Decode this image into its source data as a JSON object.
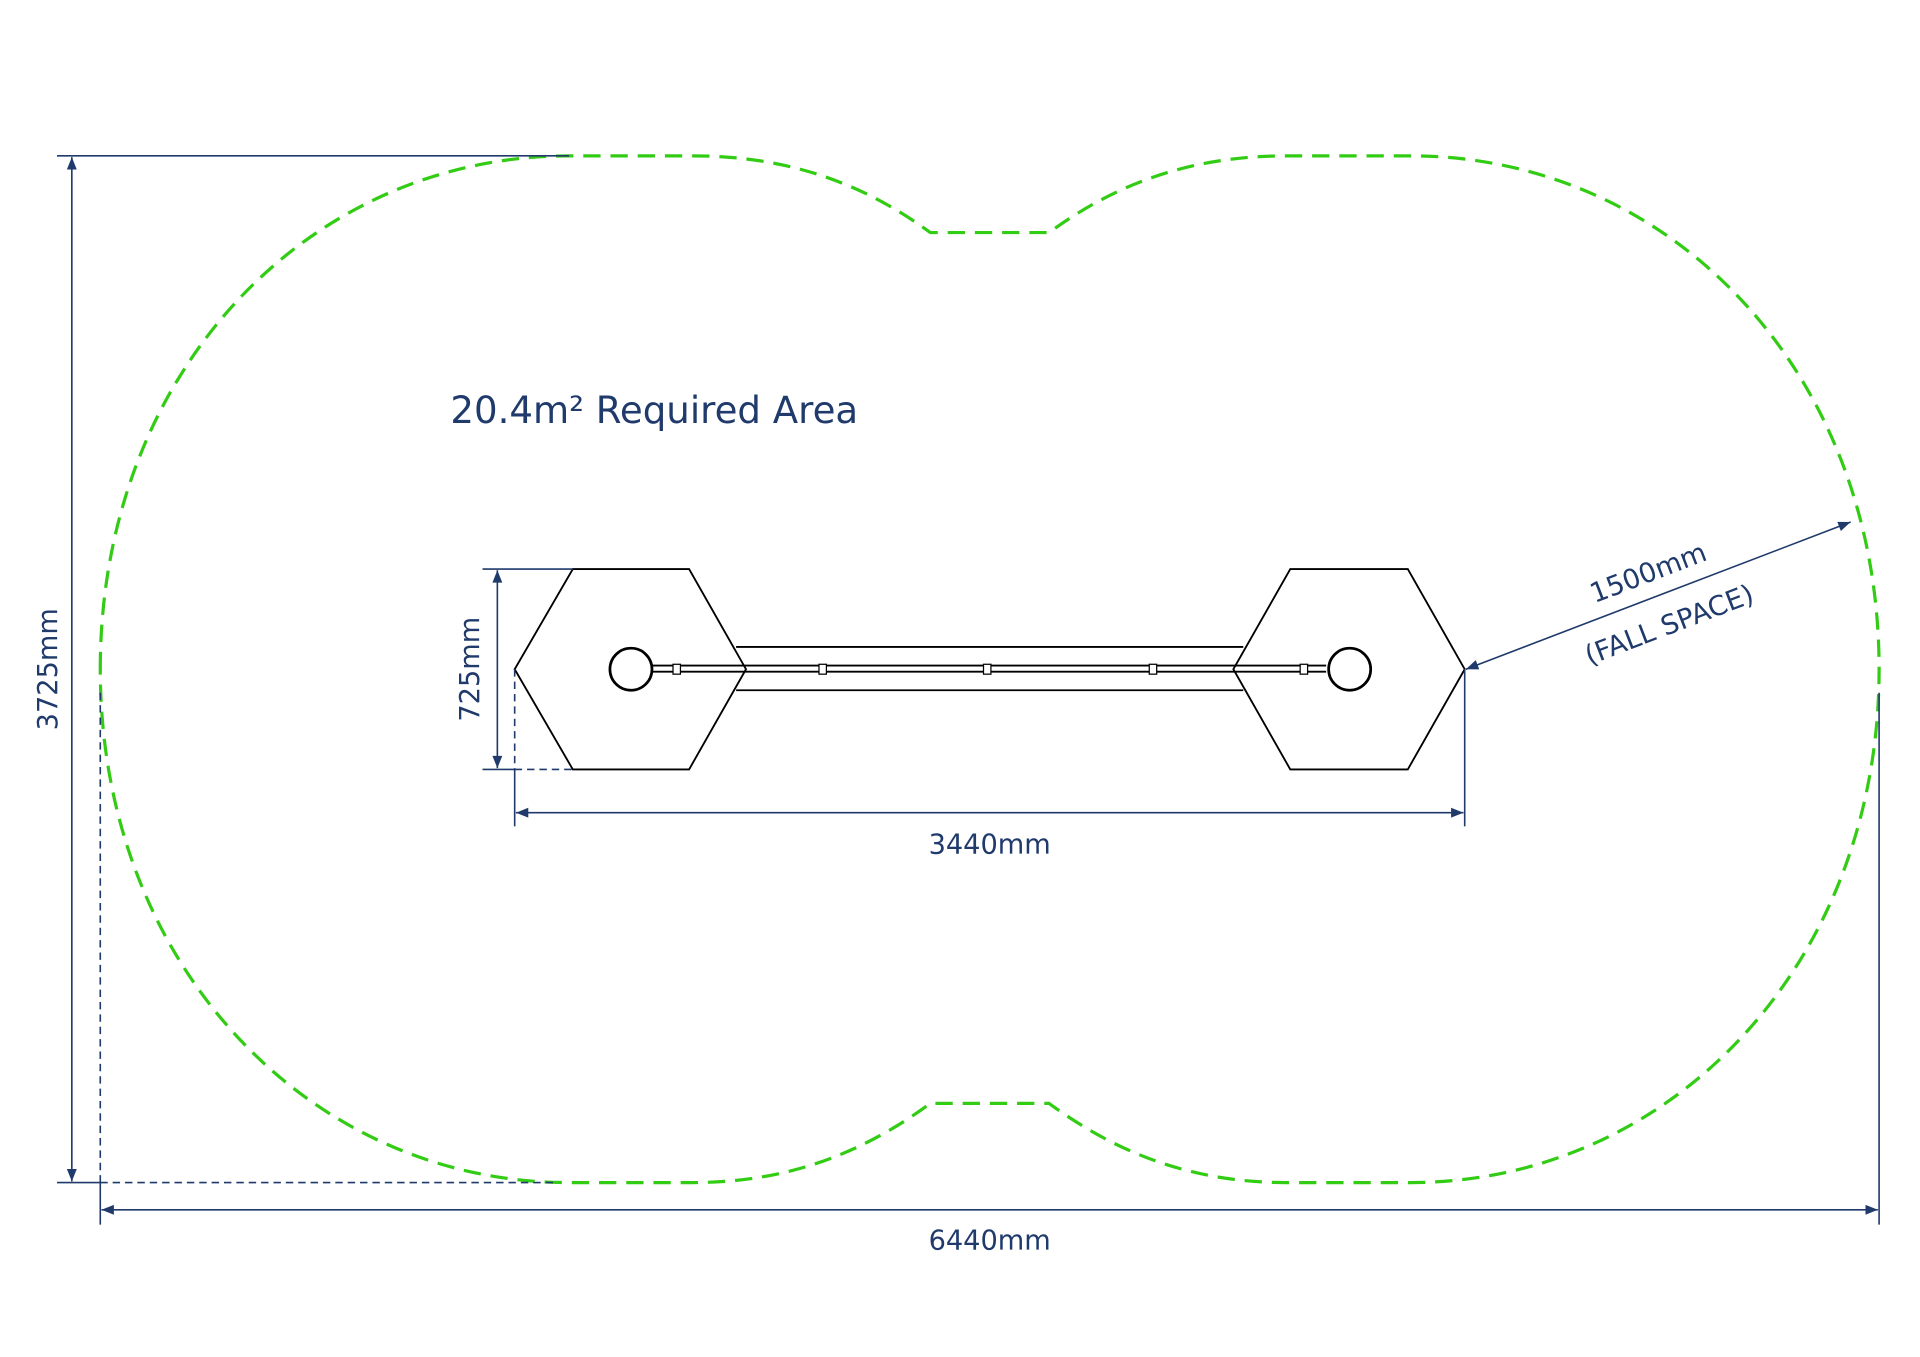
{
  "title": "20.4m² Required Area",
  "dimensions": {
    "overall_length": "6440mm",
    "overall_width": "3725mm",
    "equipment_length": "3440mm",
    "equipment_width": "725mm",
    "fall_space": "1500mm",
    "fall_space_label": "(FALL SPACE)"
  },
  "colors": {
    "dimension": "#1f3a6b",
    "fall_zone": "#33cc14",
    "equipment": "#000000"
  }
}
